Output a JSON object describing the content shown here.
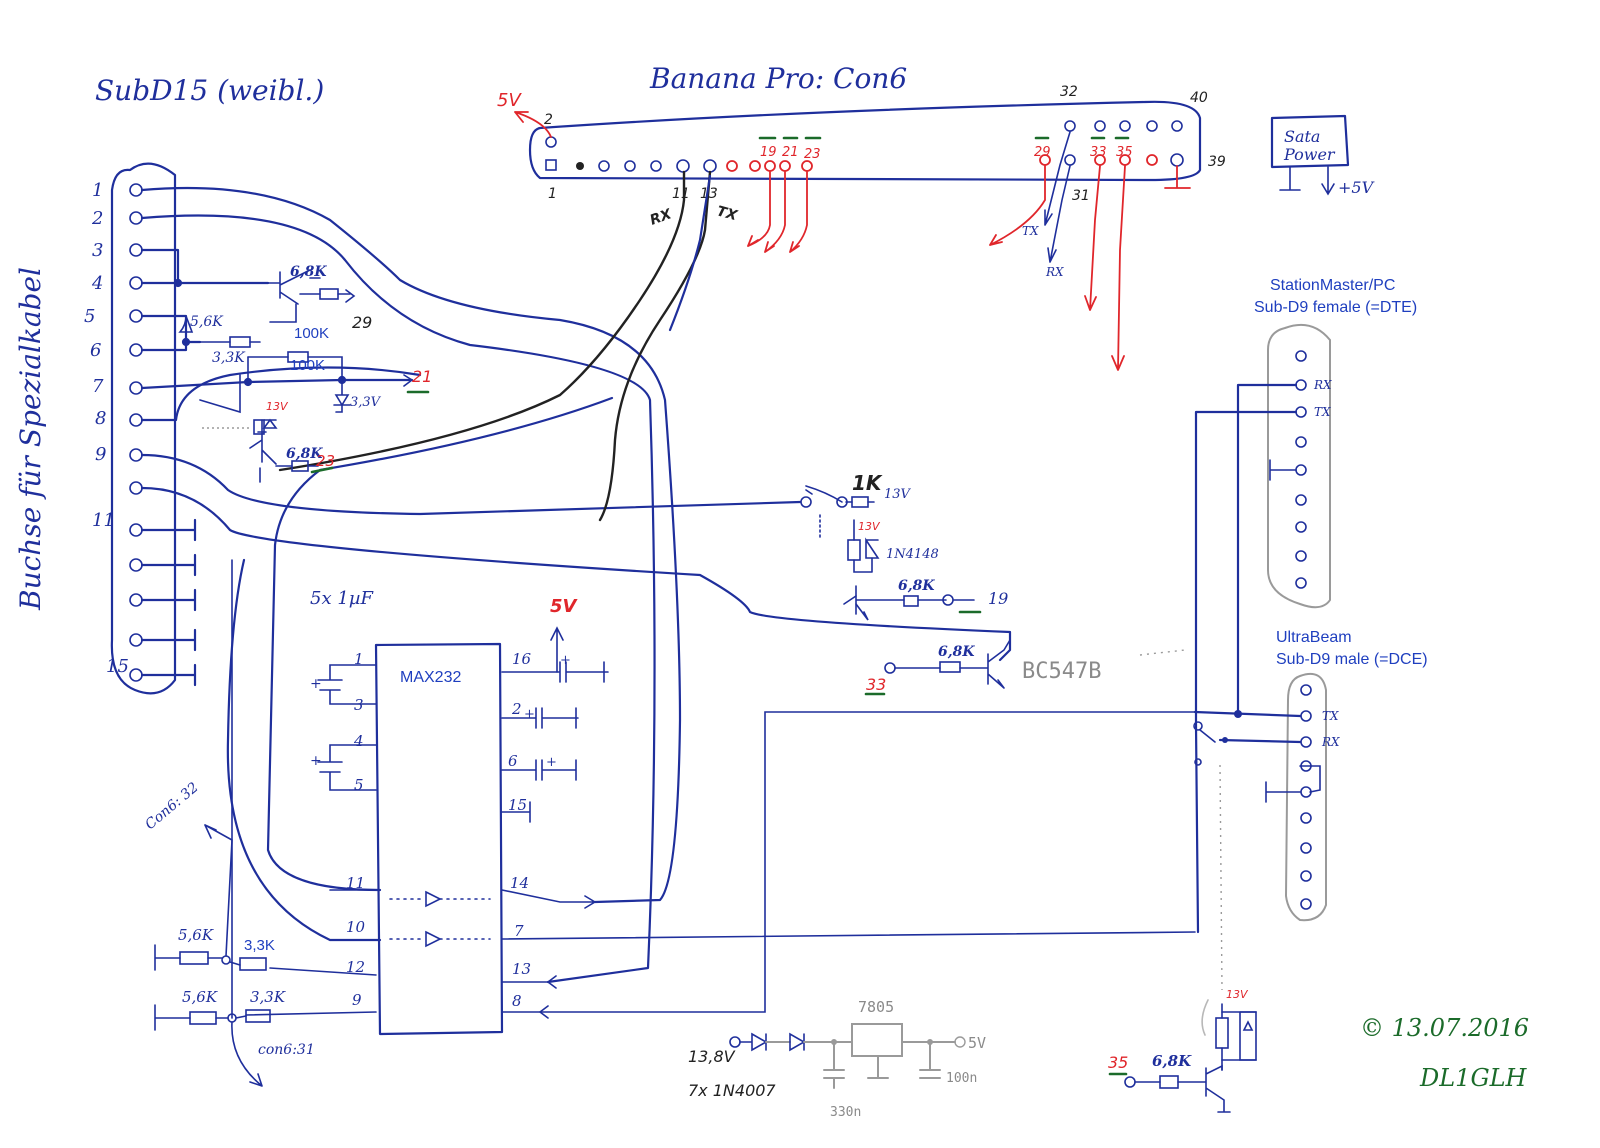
{
  "subd15": {
    "title": "SubD15 (weibl.)",
    "side_label": "Buchse für Spezialkabel",
    "pins": [
      "1",
      "2",
      "3",
      "4",
      "5",
      "6",
      "7",
      "8",
      "9",
      "11",
      "15"
    ]
  },
  "banana": {
    "title": "Banana Pro: Con6",
    "pin_numbers": {
      "p1": "1",
      "p2": "2",
      "p11": "11",
      "p13": "13",
      "p31": "31",
      "p32": "32",
      "p39": "39",
      "p40": "40"
    },
    "red_pins": [
      "19",
      "21",
      "23",
      "29",
      "33",
      "35"
    ],
    "supply": "5V",
    "rx": "RX",
    "tx": "TX",
    "tx2": "TX",
    "rx2": "RX"
  },
  "sata": {
    "line1": "Sata",
    "line2": "Power",
    "out": "+5V"
  },
  "station": {
    "title": "StationMaster/PC",
    "subtitle": "Sub-D9 female (=DTE)",
    "rx": "RX",
    "tx": "TX"
  },
  "ultrabeam": {
    "title": "UltraBeam",
    "subtitle": "Sub-D9 male (=DCE)",
    "tx": "TX",
    "rx": "RX"
  },
  "left_circuit": {
    "r_68k_a": "6,8K",
    "pin29": "29",
    "r_56k": "5,6K",
    "r_33k": "3,3K",
    "r_100k_a": "100K",
    "r_100k_b": "100K",
    "pin21": "21",
    "zener": "3,3V",
    "v13": "13V",
    "r_68k_b": "6,8K",
    "pin23": "23"
  },
  "relay_circuit": {
    "r_1k": "1K",
    "v13a": "13V",
    "v13b": "13V",
    "diode": "1N4148",
    "r_68k": "6,8K",
    "pin19": "19",
    "pin33": "33",
    "r_68k_b": "6,8K",
    "transistor": "BC547B"
  },
  "max232": {
    "caps": "5x 1µF",
    "chip": "MAX232",
    "supply": "5V",
    "pins_left": [
      "1",
      "3",
      "4",
      "5",
      "11",
      "10",
      "12",
      "9"
    ],
    "pins_right": [
      "16",
      "2",
      "6",
      "15",
      "14",
      "7",
      "13",
      "8"
    ],
    "plus": "+",
    "con6_32": "Con6: 32",
    "con6_31": "con6:31",
    "r56a": "5,6K",
    "r33a": "3,3K",
    "r56b": "5,6K",
    "r33b": "3,3K"
  },
  "power_supply": {
    "vin": "13,8V",
    "diodes": "7x 1N4007",
    "regulator": "7805",
    "vout": "5V",
    "c1": "330n",
    "c2": "100n"
  },
  "bottom_relay": {
    "pin35": "35",
    "r": "6,8K",
    "v": "13V"
  },
  "credit": {
    "date": "© 13.07.2016",
    "call": "DL1GLH"
  }
}
